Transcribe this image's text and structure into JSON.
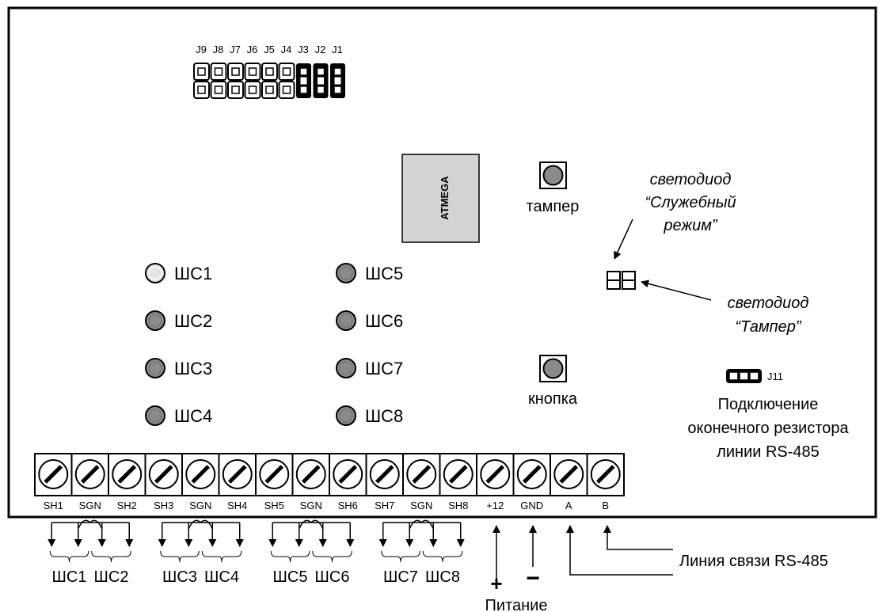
{
  "jumper_labels": [
    "J9",
    "J8",
    "J7",
    "J6",
    "J5",
    "J4",
    "J3",
    "J2",
    "J1"
  ],
  "chip_label": "ATMEGA",
  "tamper_label": "тампер",
  "button_label": "кнопка",
  "led_service": [
    "светодиод",
    "“Служебный",
    "режим”"
  ],
  "led_tamper": [
    "светодиод",
    "“Тампер”"
  ],
  "zone_leds": [
    {
      "label": "ШС1",
      "lit": true
    },
    {
      "label": "ШС2",
      "lit": false
    },
    {
      "label": "ШС3",
      "lit": false
    },
    {
      "label": "ШС4",
      "lit": false
    },
    {
      "label": "ШС5",
      "lit": false
    },
    {
      "label": "ШС6",
      "lit": false
    },
    {
      "label": "ШС7",
      "lit": false
    },
    {
      "label": "ШС8",
      "lit": false
    }
  ],
  "j11_label": "J11",
  "terminator_text": [
    "Подключение",
    "оконечного резистора",
    "линии RS-485"
  ],
  "terminals": [
    "SH1",
    "SGN",
    "SH2",
    "SH3",
    "SGN",
    "SH4",
    "SH5",
    "SGN",
    "SH6",
    "SH7",
    "SGN",
    "SH8",
    "+12",
    "GND",
    "A",
    "B"
  ],
  "zone_groups": [
    "ШС1",
    "ШС2",
    "ШС3",
    "ШС4",
    "ШС5",
    "ШС6",
    "ШС7",
    "ШС8"
  ],
  "power_plus": "+",
  "power_minus": "−",
  "power_label": "Питание",
  "rs485_label": "Линия связи RS-485",
  "colors": {
    "outline": "#000000",
    "chip_fill": "#d4d4d4",
    "led_lit": "#e4e4e4",
    "led_dark": "#8a8a8a"
  }
}
